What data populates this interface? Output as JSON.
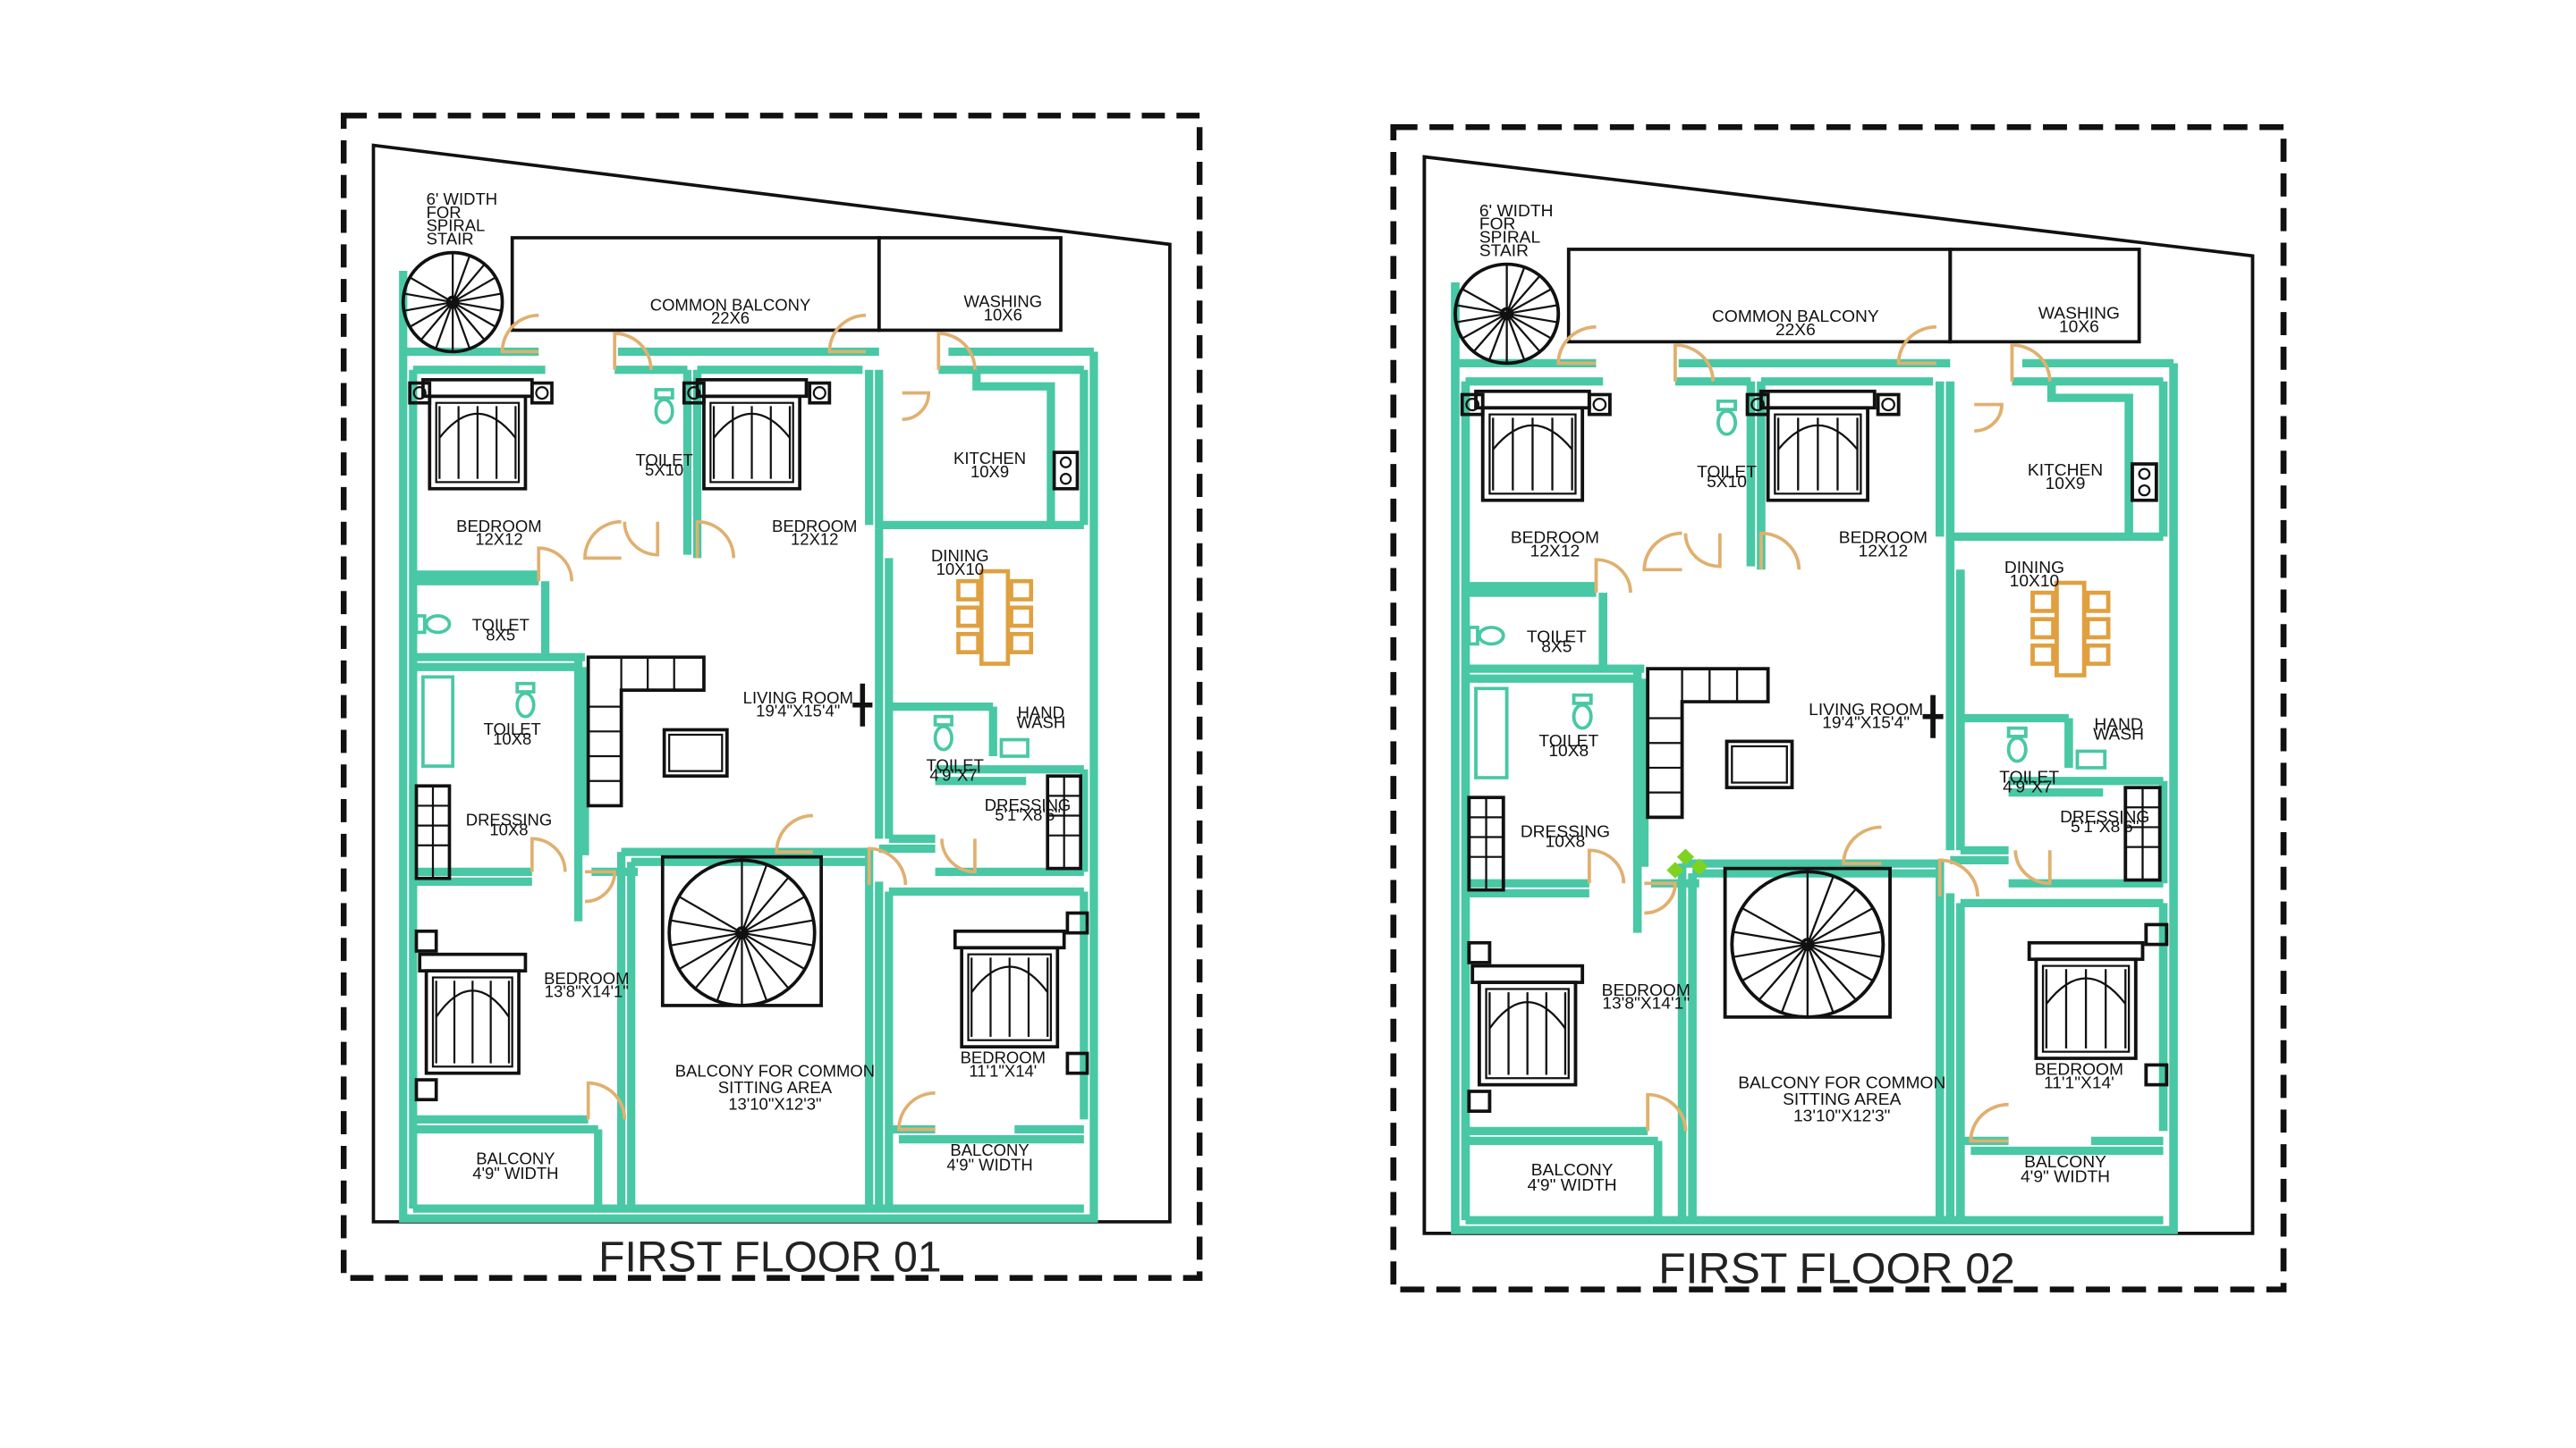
{
  "floors": [
    {
      "caption": "FIRST FLOOR 01",
      "rooms": {
        "spiral_stair": [
          "6' WIDTH",
          "FOR",
          "SPIRAL",
          "STAIR"
        ],
        "common_balcony": [
          "COMMON BALCONY",
          "22X6"
        ],
        "washing": [
          "WASHING",
          "10X6"
        ],
        "kitchen": [
          "KITCHEN",
          "10X9"
        ],
        "bed1": [
          "BEDROOM",
          "12X12"
        ],
        "toilet_a": [
          "TOILET",
          "5X10"
        ],
        "bed2": [
          "BEDROOM",
          "12X12"
        ],
        "dining": [
          "DINING",
          "10X10"
        ],
        "toilet_b": [
          "TOILET",
          "8X5"
        ],
        "living": [
          "LIVING ROOM",
          "19'4\"X15'4\""
        ],
        "toilet_c": [
          "TOILET",
          "10X8"
        ],
        "hand_wash": [
          "HAND",
          "WASH"
        ],
        "toilet_d": [
          "TOILET",
          "4'9\"X7'"
        ],
        "dressing_a": [
          "DRESSING",
          "10X8"
        ],
        "dressing_b": [
          "DRESSING",
          "5'1\"X8'6\""
        ],
        "bed3": [
          "BEDROOM",
          "13'8\"X14'1\""
        ],
        "balcony_common": [
          "BALCONY FOR COMMON",
          "SITTING AREA",
          "13'10\"X12'3\""
        ],
        "bed4": [
          "BEDROOM",
          "11'1\"X14'"
        ],
        "balcony_l": [
          "BALCONY",
          "4'9\" WIDTH"
        ],
        "balcony_r": [
          "BALCONY",
          "4'9\" WIDTH"
        ]
      }
    },
    {
      "caption": "FIRST FLOOR 02",
      "rooms": {
        "spiral_stair": [
          "6' WIDTH",
          "FOR",
          "SPIRAL",
          "STAIR"
        ],
        "common_balcony": [
          "COMMON BALCONY",
          "22X6"
        ],
        "washing": [
          "WASHING",
          "10X6"
        ],
        "kitchen": [
          "KITCHEN",
          "10X9"
        ],
        "bed1": [
          "BEDROOM",
          "12X12"
        ],
        "toilet_a": [
          "TOILET",
          "5X10"
        ],
        "bed2": [
          "BEDROOM",
          "12X12"
        ],
        "dining": [
          "DINING",
          "10X10"
        ],
        "toilet_b": [
          "TOILET",
          "8X5"
        ],
        "living": [
          "LIVING ROOM",
          "19'4\"X15'4\""
        ],
        "toilet_c": [
          "TOILET",
          "10X8"
        ],
        "hand_wash": [
          "HAND",
          "WASH"
        ],
        "toilet_d": [
          "TOILET",
          "4'9\"X7'"
        ],
        "dressing_a": [
          "DRESSING",
          "10X8"
        ],
        "dressing_b": [
          "DRESSING",
          "5'1\"X8'6\""
        ],
        "bed3": [
          "BEDROOM",
          "13'8\"X14'1\""
        ],
        "balcony_common": [
          "BALCONY FOR COMMON",
          "SITTING AREA",
          "13'10\"X12'3\""
        ],
        "bed4": [
          "BEDROOM",
          "11'1\"X14'"
        ],
        "balcony_l": [
          "BALCONY",
          "4'9\" WIDTH"
        ],
        "balcony_r": [
          "BALCONY",
          "4'9\" WIDTH"
        ]
      }
    }
  ],
  "colors": {
    "wall": "#48c8a4",
    "door": "#e0b070",
    "dining": "#e0a040",
    "plant": "#7ed321",
    "line": "#111111"
  }
}
